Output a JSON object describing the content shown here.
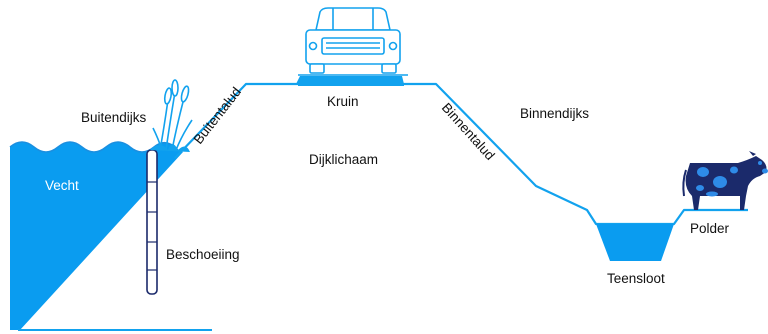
{
  "labels": {
    "buitendijks": "Buitendijks",
    "vecht": "Vecht",
    "buitentalud": "Buitentalud",
    "kruin": "Kruin",
    "dijklichaam": "Dijklichaam",
    "binnentalud": "Binnentalud",
    "binnendijks": "Binnendijks",
    "beschoeiing": "Beschoeiing",
    "polder": "Polder",
    "teensloot": "Teensloot"
  },
  "colors": {
    "water": "#0a9cf0",
    "line": "#12a2ee",
    "dark_outline": "#1b2a6b",
    "cow_body": "#1b2a6b",
    "cow_spot": "#2e8be8"
  },
  "icons": [
    "car-icon",
    "reeds-icon",
    "cow-icon",
    "beschoeiing-post"
  ]
}
